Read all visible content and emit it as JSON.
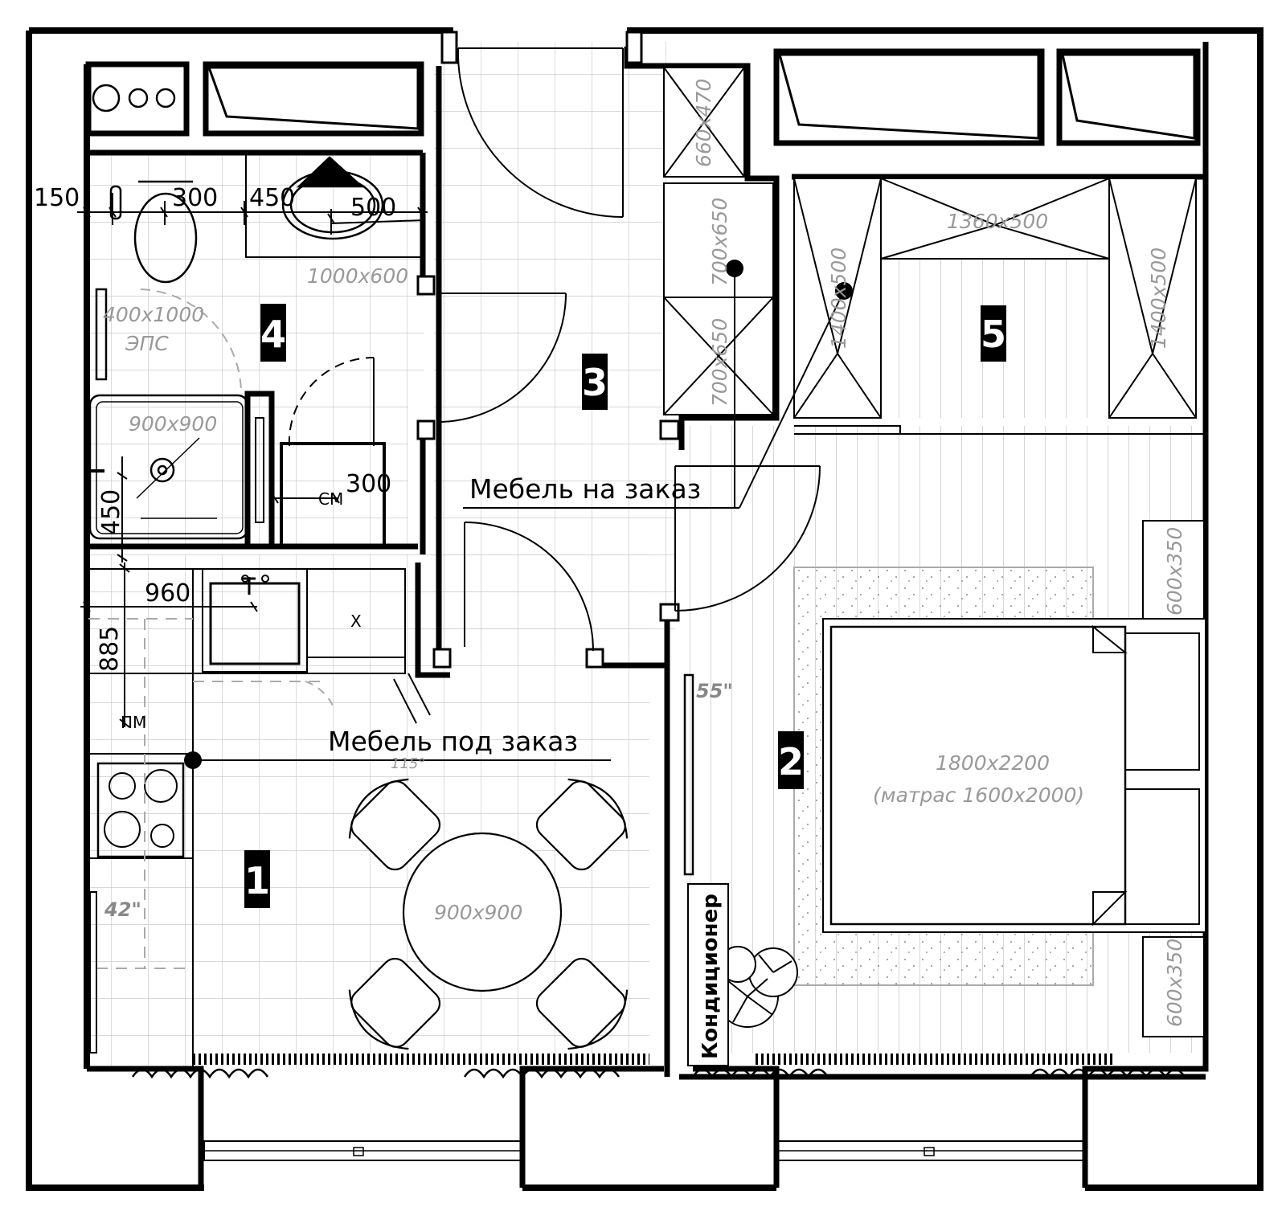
{
  "rooms": [
    {
      "id": "1"
    },
    {
      "id": "2"
    },
    {
      "id": "3"
    },
    {
      "id": "4"
    },
    {
      "id": "5"
    }
  ],
  "notes": {
    "custom_furniture_hall": "Мебель на заказ",
    "custom_furniture_kitchen": "Мебель под заказ",
    "air_conditioner": "Кондиционер"
  },
  "labels": {
    "eps": "ЭПС",
    "washing_machine": "СМ",
    "dishwasher": "ПМ",
    "fridge": "X"
  },
  "dimensions": {
    "d150": "150",
    "d300_wc": "300",
    "d450_top": "450",
    "d500": "500",
    "d300_sm": "300",
    "d450_side": "450",
    "d960": "960",
    "d885": "885",
    "angle": "115°"
  },
  "sizes": {
    "wardrobe_1": "660x470",
    "wardrobe_2": "700x650",
    "wardrobe_3": "700x650",
    "bath_vanity": "1000x600",
    "eps_size": "400x1000",
    "shower": "900x900",
    "wardrobe_top": "1360x500",
    "wardrobe_left": "1400x500",
    "wardrobe_right": "1400x500",
    "nightstand_top": "600x350",
    "nightstand_bottom": "600x350",
    "bed": "1800x2200",
    "mattress": "(матрас 1600x2000)",
    "table": "900x900"
  },
  "tv": {
    "bedroom": "55\"",
    "kitchen": "42\""
  }
}
